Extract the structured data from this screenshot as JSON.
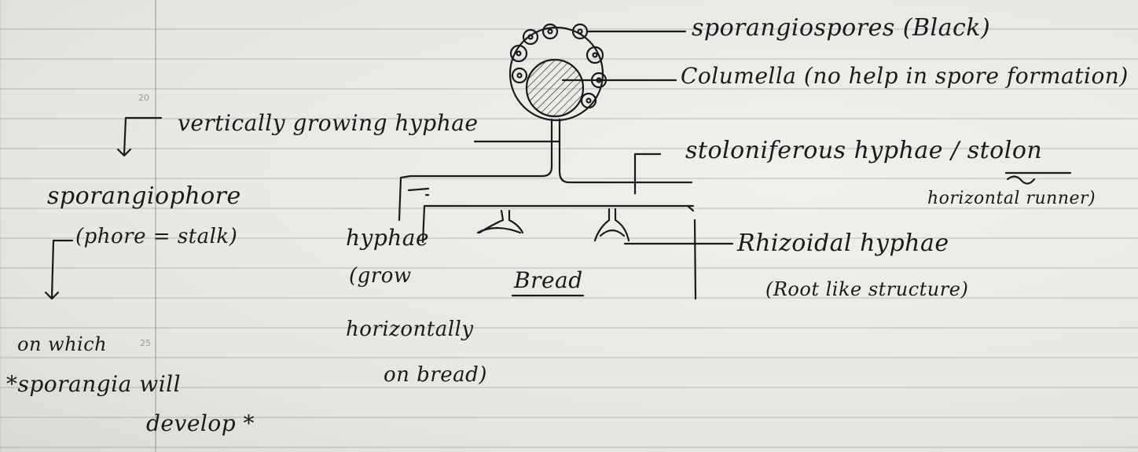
{
  "line_numbers": {
    "first": "20",
    "second": "25"
  },
  "labels": {
    "sporangiospores": "sporangiospores (Black)",
    "columella": "Columella (no help in spore formation)",
    "vertically_growing": "vertically growing hyphae",
    "stoloniferous": "stoloniferous hyphae / stolon",
    "horizontal_runner": "horizontal runner)",
    "rhizoidal": "Rhizoidal hyphae",
    "root_like": "(Root like structure)",
    "hyphae": "hyphae",
    "grow": "(grow",
    "horizontally": "horizontally",
    "on_bread": "on bread)",
    "bread": "Bread"
  },
  "left_notes": {
    "sporangiophore": "sporangiophore",
    "phore_stalk": "(phore = stalk)",
    "on_which": "on which",
    "sporangia_will": "*sporangia will",
    "develop": "develop *"
  }
}
